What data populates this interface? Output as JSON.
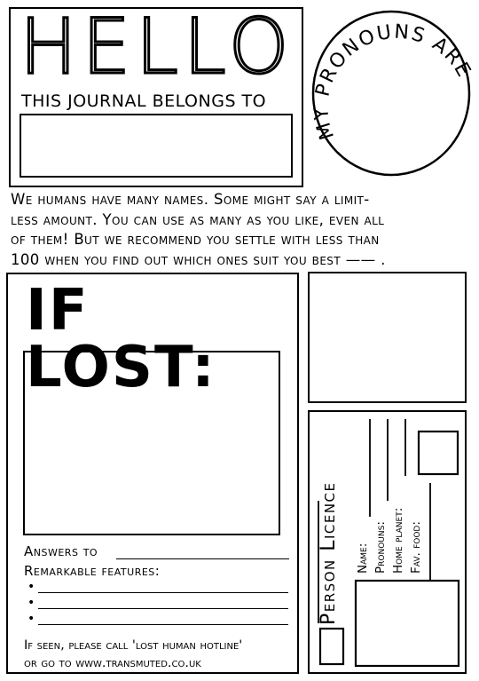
{
  "hello": {
    "title": "HELLO",
    "belongs_label": "THIS JOURNAL BELONGS TO"
  },
  "pronouns": {
    "arc_text": "MY PRONOUNS ARE"
  },
  "intro": {
    "lines": [
      "We humans have many names. Some might say a limit-",
      "less amount. You can use as many as you like, even all",
      "of them! But we recommend you settle with less than",
      "100  when you find out which ones suit you best —— ."
    ]
  },
  "lost": {
    "title": "IF LOST:",
    "answers_label": "Answers to",
    "features_label": "Remarkable features:",
    "bullets": [
      "•",
      "•",
      "•"
    ],
    "hotline_line1": "If seen, please call 'lost human hotline'",
    "hotline_line2": "or go to www.transmuted.co.uk"
  },
  "licence": {
    "title": "Person Licence",
    "fields": [
      "Name:",
      "Pronouns:",
      "Home planet:",
      "Fav. food:"
    ]
  }
}
